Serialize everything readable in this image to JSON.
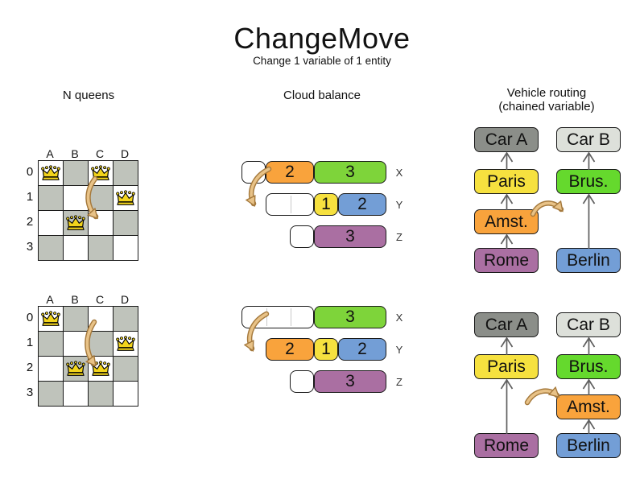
{
  "header": {
    "title": "ChangeMove",
    "subtitle": "Change 1 variable of 1 entity"
  },
  "palette": {
    "orange": "#f9a33c",
    "green": "#7ed43a",
    "greenBright": "#65d92d",
    "yellow": "#f6e13f",
    "blue": "#739ed6",
    "purple": "#aa6fa2",
    "grayDark": "#8b8e89",
    "grayLight": "#dde0da",
    "boardDark": "#bfc3bb",
    "crown": "#f2d41c",
    "moveArrowFill": "#e8c287",
    "moveArrowOutline": "#a5793c",
    "connector": "#5f5f5f"
  },
  "nqueens": {
    "label": "N queens",
    "columns": [
      "A",
      "B",
      "C",
      "D"
    ],
    "rows": [
      "0",
      "1",
      "2",
      "3"
    ],
    "states": [
      {
        "name": "before",
        "queens": [
          "A0",
          "C0",
          "D1",
          "B2"
        ],
        "move": {
          "from": "C0",
          "to": "C2"
        }
      },
      {
        "name": "after",
        "queens": [
          "A0",
          "D1",
          "B2",
          "C2"
        ],
        "move": {
          "from": "C0",
          "to": "C2"
        }
      }
    ]
  },
  "cloud": {
    "label": "Cloud balance",
    "resources": [
      "X",
      "Y",
      "Z"
    ],
    "states": [
      {
        "name": "before",
        "rows": [
          {
            "label": "X",
            "segments": [
              {
                "type": "free",
                "units": 1
              },
              {
                "type": "used",
                "color": "orange",
                "value": "2",
                "units": 2
              },
              {
                "type": "used",
                "color": "green",
                "value": "3",
                "units": 3
              }
            ]
          },
          {
            "label": "Y",
            "segments": [
              {
                "type": "free",
                "units": 2
              },
              {
                "type": "used",
                "color": "yellow",
                "value": "1",
                "units": 1
              },
              {
                "type": "used",
                "color": "blue",
                "value": "2",
                "units": 2
              }
            ]
          },
          {
            "label": "Z",
            "segments": [
              {
                "type": "free",
                "units": 1
              },
              {
                "type": "used",
                "color": "purple",
                "value": "3",
                "units": 3
              }
            ]
          }
        ]
      },
      {
        "name": "after",
        "rows": [
          {
            "label": "X",
            "segments": [
              {
                "type": "free",
                "units": 3
              },
              {
                "type": "used",
                "color": "green",
                "value": "3",
                "units": 3
              }
            ]
          },
          {
            "label": "Y",
            "segments": [
              {
                "type": "used",
                "color": "orange",
                "value": "2",
                "units": 2
              },
              {
                "type": "used",
                "color": "yellow",
                "value": "1",
                "units": 1
              },
              {
                "type": "used",
                "color": "blue",
                "value": "2",
                "units": 2
              }
            ]
          },
          {
            "label": "Z",
            "segments": [
              {
                "type": "free",
                "units": 1
              },
              {
                "type": "used",
                "color": "purple",
                "value": "3",
                "units": 3
              }
            ]
          }
        ]
      }
    ]
  },
  "vrp": {
    "label": "Vehicle routing",
    "sublabel": "(chained variable)",
    "states": [
      {
        "name": "before",
        "columns": [
          {
            "boxes": [
              {
                "label": "Car A",
                "color": "grayDark",
                "row": 0
              },
              {
                "label": "Paris",
                "color": "yellow",
                "row": 1
              },
              {
                "label": "Amst.",
                "color": "orange",
                "row": 2
              },
              {
                "label": "Rome",
                "color": "purple",
                "row": 3
              }
            ]
          },
          {
            "boxes": [
              {
                "label": "Car B",
                "color": "grayLight",
                "row": 0
              },
              {
                "label": "Brus.",
                "color": "greenBright",
                "row": 1
              },
              {
                "label": "Berlin",
                "color": "blue",
                "row": 3
              }
            ]
          }
        ]
      },
      {
        "name": "after",
        "columns": [
          {
            "boxes": [
              {
                "label": "Car A",
                "color": "grayDark",
                "row": 0
              },
              {
                "label": "Paris",
                "color": "yellow",
                "row": 1
              },
              {
                "label": "Rome",
                "color": "purple",
                "row": 3
              }
            ]
          },
          {
            "boxes": [
              {
                "label": "Car B",
                "color": "grayLight",
                "row": 0
              },
              {
                "label": "Brus.",
                "color": "greenBright",
                "row": 1
              },
              {
                "label": "Amst.",
                "color": "orange",
                "row": 2
              },
              {
                "label": "Berlin",
                "color": "blue",
                "row": 3
              }
            ]
          }
        ]
      }
    ]
  }
}
